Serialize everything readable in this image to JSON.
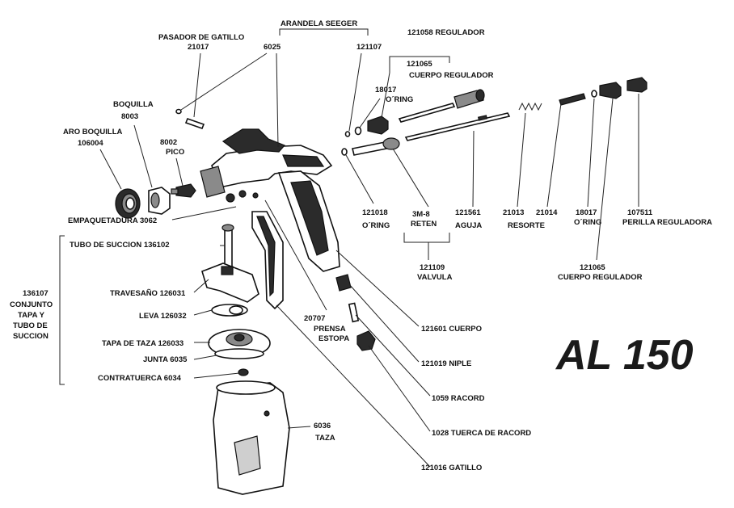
{
  "title": "AL 150",
  "labels": {
    "arandela_seeger": "ARANDELA SEEGER",
    "pasador_title": "PASADOR DE GATILLO",
    "pasador_code": "21017",
    "seeger_code_a": "6025",
    "seeger_code_b": "121107",
    "regulador": "121058 REGULADOR",
    "cuerpo_regulador_top_code": "121065",
    "cuerpo_regulador_top_name": "CUERPO REGULADOR",
    "oring_top_code": "18017",
    "oring_top_name": "O´RING",
    "boquilla_name": "BOQUILLA",
    "boquilla_code": "8003",
    "aro_boquilla_name": "ARO BOQUILLA",
    "aro_boquilla_code": "106004",
    "pico_code": "8002",
    "pico_name": "PICO",
    "empaquetadura": "EMPAQUETADURA 3062",
    "oring_mid_code": "121018",
    "oring_mid_name": "O´RING",
    "reten_code": "3M-8",
    "reten_name": "RETEN",
    "aguja_code": "121561",
    "aguja_name": "AGUJA",
    "resorte_code": "21013",
    "resorte_name": "RESORTE",
    "code_21014": "21014",
    "oring_right_code": "18017",
    "oring_right_name": "O´RING",
    "perilla_code": "107511",
    "perilla_name": "PERILLA REGULADORA",
    "valvula_code": "121109",
    "valvula_name": "VALVULA",
    "cuerpo_regulador_right_code": "121065",
    "cuerpo_regulador_right_name": "CUERPO REGULADOR",
    "tubo_succion": "TUBO DE SUCCION 136102",
    "conjunto_code": "136107",
    "conjunto_l1": "CONJUNTO",
    "conjunto_l2": "TAPA Y",
    "conjunto_l3": "TUBO DE",
    "conjunto_l4": "SUCCION",
    "travesano": "TRAVESAÑO 126031",
    "leva": "LEVA 126032",
    "tapa_taza": "TAPA DE TAZA 126033",
    "junta": "JUNTA 6035",
    "contratuerca": "CONTRATUERCA 6034",
    "prensa_code": "20707",
    "prensa_l1": "PRENSA",
    "prensa_l2": "ESTOPA",
    "cuerpo": "121601 CUERPO",
    "niple": "121019 NIPLE",
    "racord": "1059 RACORD",
    "tuerca_racord": "1028 TUERCA DE RACORD",
    "taza_code": "6036",
    "taza_name": "TAZA",
    "gatillo": "121016 GATILLO"
  }
}
